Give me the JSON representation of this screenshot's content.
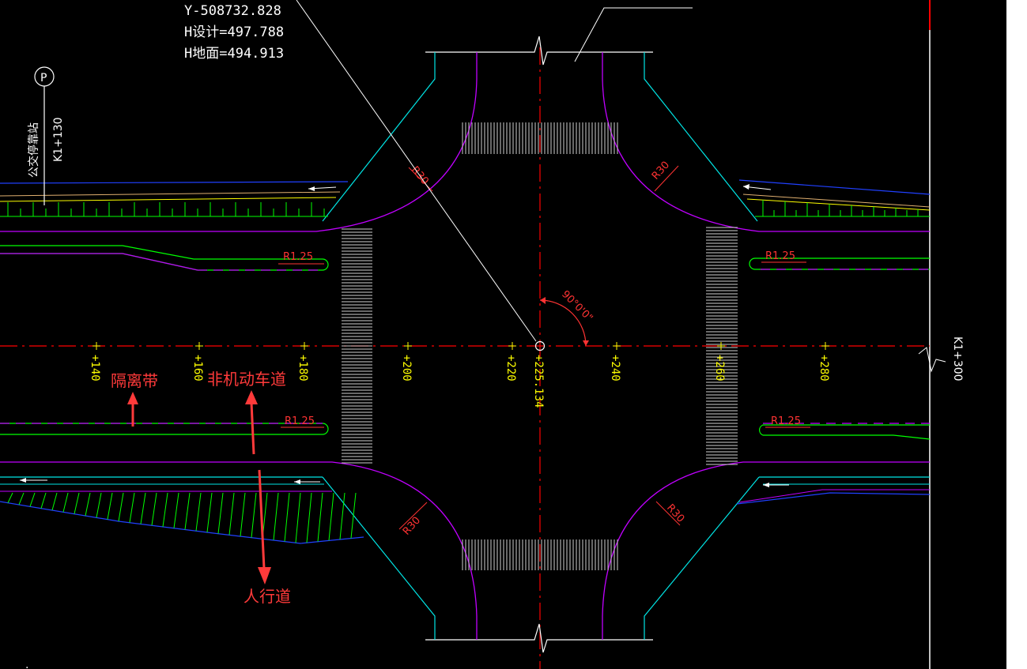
{
  "coords": {
    "y": "Y-508732.828",
    "h_design": "H设计=497.788",
    "h_ground": "H地面=494.913"
  },
  "bus_stop": {
    "symbol": "P",
    "label": "公交停靠站",
    "station": "K1+130"
  },
  "stations": [
    "+140",
    "+160",
    "+180",
    "+200",
    "+220",
    "+225.134",
    "+240",
    "+260",
    "+280"
  ],
  "end_station": "K1+300",
  "radius_labels": {
    "large": "R30",
    "small": "R1.25"
  },
  "angle_label": "90°0'0\"",
  "annotations": {
    "median": "隔离带",
    "bike_lane": "非机动车道",
    "sidewalk": "人行道"
  },
  "colors": {
    "background": "#000000",
    "centerline": "#ff0000",
    "curb": "#c000ff",
    "edge": "#00e5e5",
    "green_line": "#00ff00",
    "station_text": "#ffff00",
    "annotation": "#ff3a3a",
    "blue_line": "#2040ff"
  }
}
